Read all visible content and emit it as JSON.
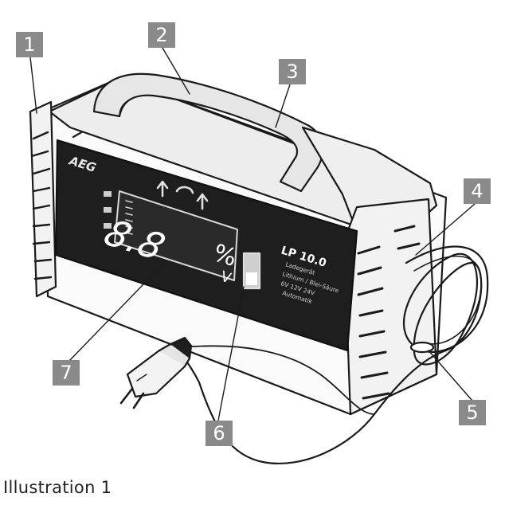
{
  "callouts": [
    "1",
    "2",
    "3",
    "4",
    "5",
    "6",
    "7"
  ],
  "caption": "Illustration 1",
  "device": {
    "brand": "AEG",
    "model": "LP 10.0",
    "display_value": "8.8",
    "display_unit": "%",
    "display_unit_sub": "V",
    "spec_lines": [
      "Ladegerät",
      "Lithium / Blei-Säure",
      "6V 12V 24V",
      "Automatik"
    ]
  }
}
